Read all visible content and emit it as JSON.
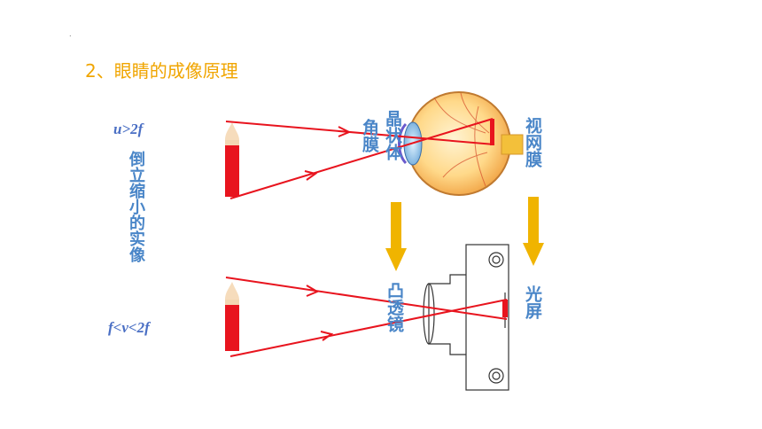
{
  "header": {
    "mark": ".",
    "title": "2、眼睛的成像原理"
  },
  "labels": {
    "u_cond": "u>2f",
    "f_cond": "f<v<2f",
    "side_text": "倒立缩小的实像",
    "cornea": "角膜",
    "lens_crystal": "晶状体",
    "retina": "视网膜",
    "convex_lens": "凸透镜",
    "screen": "光屏"
  },
  "colors": {
    "ray": "#e8141e",
    "arrow": "#f0b400",
    "label": "#4a86c8",
    "title": "#f0a500"
  }
}
